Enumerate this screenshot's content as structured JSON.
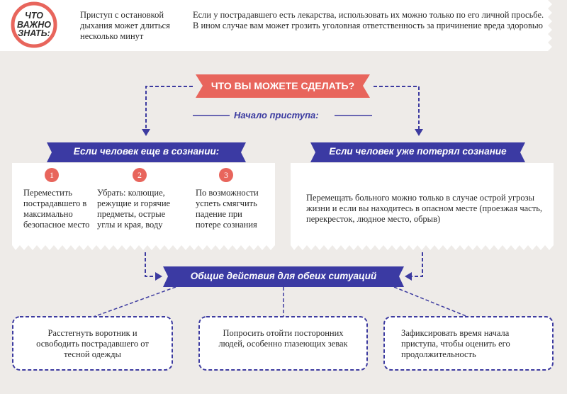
{
  "colors": {
    "background": "#eeebe8",
    "accent_red": "#e8655c",
    "ribbon_blue": "#3b3aa3",
    "dash_blue": "#3d3ba0",
    "panel_white": "#ffffff"
  },
  "info": {
    "badge_lines": [
      "ЧТО",
      "ВАЖНО",
      "ЗНАТЬ:"
    ],
    "col1": "Приступ с остановкой дыхания может длиться несколько минут",
    "col2": "Если у пострадавшего есть лекарства, использовать их можно только по его личной просьбе. В ином случае вам может грозить уголовная ответственность за причинение вреда здоровью"
  },
  "question": "ЧТО ВЫ МОЖЕТЕ СДЕЛАТЬ?",
  "onset_label": "Начало приступа:",
  "conscious": {
    "title": "Если человек еще в сознании:",
    "steps": [
      {
        "num": "1",
        "text": "Переместить пострадавшего в максимально безопасное место"
      },
      {
        "num": "2",
        "text": "Убрать: колющие, режущие и горячие предметы, острые углы и края, воду"
      },
      {
        "num": "3",
        "text": "По возможности успеть смягчить падение при потере сознания"
      }
    ]
  },
  "unconscious": {
    "title": "Если человек уже потерял сознание",
    "text": "Перемещать больного можно только в случае острой угрозы жизни и если вы находитесь в опасном месте (проезжая часть, перекресток, людное место, обрыв)"
  },
  "common": {
    "title": "Общие действия для обеих ситуаций",
    "actions": [
      "Расстегнуть воротник и освободить пострадавшего от тесной одежды",
      "Попросить отойти посторонних людей, особенно глазеющих зевак",
      "Зафиксировать время начала приступа, чтобы оценить его продолжительность"
    ]
  }
}
